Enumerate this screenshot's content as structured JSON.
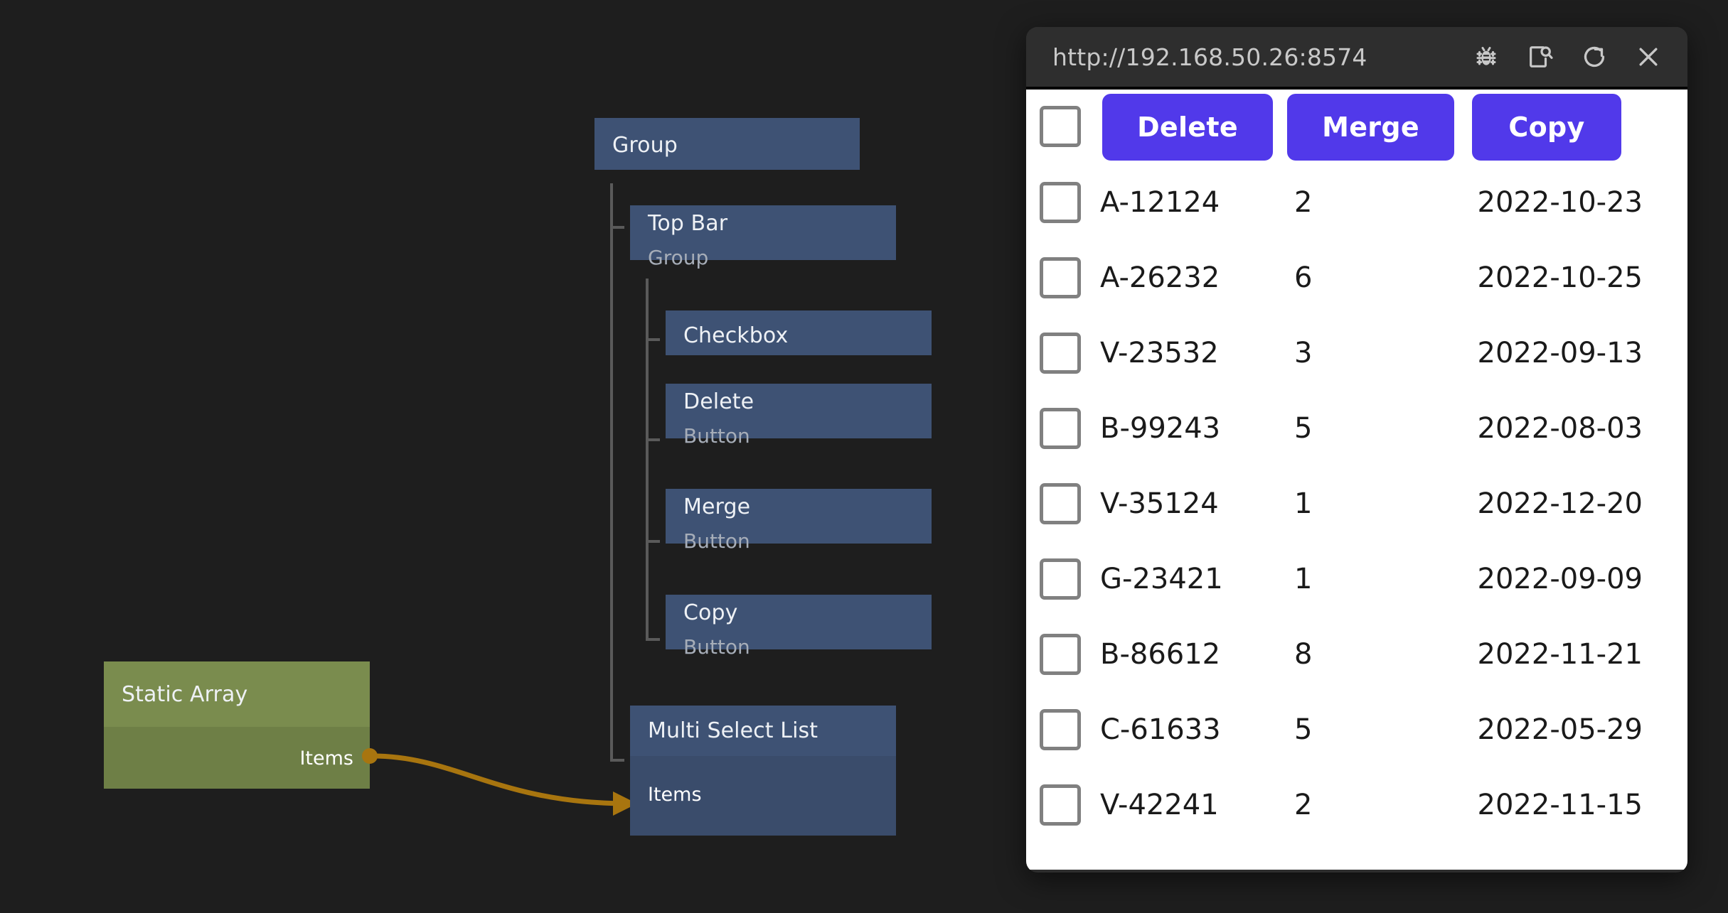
{
  "editor": {
    "background_color": "#1e1e1e",
    "nodes": [
      {
        "name": "root-group",
        "title": "Group",
        "subtitle": ""
      },
      {
        "name": "top-bar-group",
        "title": "Top Bar",
        "subtitle": "Group"
      },
      {
        "name": "checkbox-node",
        "title": "Checkbox",
        "subtitle": ""
      },
      {
        "name": "delete-node",
        "title": "Delete",
        "subtitle": "Button"
      },
      {
        "name": "merge-node",
        "title": "Merge",
        "subtitle": "Button"
      },
      {
        "name": "copy-node",
        "title": "Copy",
        "subtitle": "Button"
      },
      {
        "name": "multi-select-node",
        "title": "Multi Select List",
        "subtitle": ""
      },
      {
        "name": "static-array-node",
        "title": "Static Array",
        "subtitle": ""
      }
    ],
    "ports": {
      "static_array_output": "Items",
      "multi_select_input": "Items"
    },
    "connection_color": "#a8750f",
    "node_blue": "#3e5274",
    "node_green": "#7a8c4e"
  },
  "browser": {
    "url": "http://192.168.50.26:8574",
    "icons": [
      "bug-icon",
      "inspect-page-icon",
      "reload-icon",
      "close-icon"
    ]
  },
  "app": {
    "accent_color": "#5139ea",
    "toolbar": {
      "select_all_checkbox": "",
      "delete_label": "Delete",
      "merge_label": "Merge",
      "copy_label": "Copy"
    },
    "list": {
      "columns": [
        "select",
        "id",
        "count",
        "date"
      ],
      "rows": [
        {
          "id": "A-12124",
          "count": "2",
          "date": "2022-10-23",
          "checked": false
        },
        {
          "id": "A-26232",
          "count": "6",
          "date": "2022-10-25",
          "checked": false
        },
        {
          "id": "V-23532",
          "count": "3",
          "date": "2022-09-13",
          "checked": false
        },
        {
          "id": "B-99243",
          "count": "5",
          "date": "2022-08-03",
          "checked": false
        },
        {
          "id": "V-35124",
          "count": "1",
          "date": "2022-12-20",
          "checked": false
        },
        {
          "id": "G-23421",
          "count": "1",
          "date": "2022-09-09",
          "checked": false
        },
        {
          "id": "B-86612",
          "count": "8",
          "date": "2022-11-21",
          "checked": false
        },
        {
          "id": "C-61633",
          "count": "5",
          "date": "2022-05-29",
          "checked": false
        },
        {
          "id": "V-42241",
          "count": "2",
          "date": "2022-11-15",
          "checked": false
        }
      ]
    }
  }
}
